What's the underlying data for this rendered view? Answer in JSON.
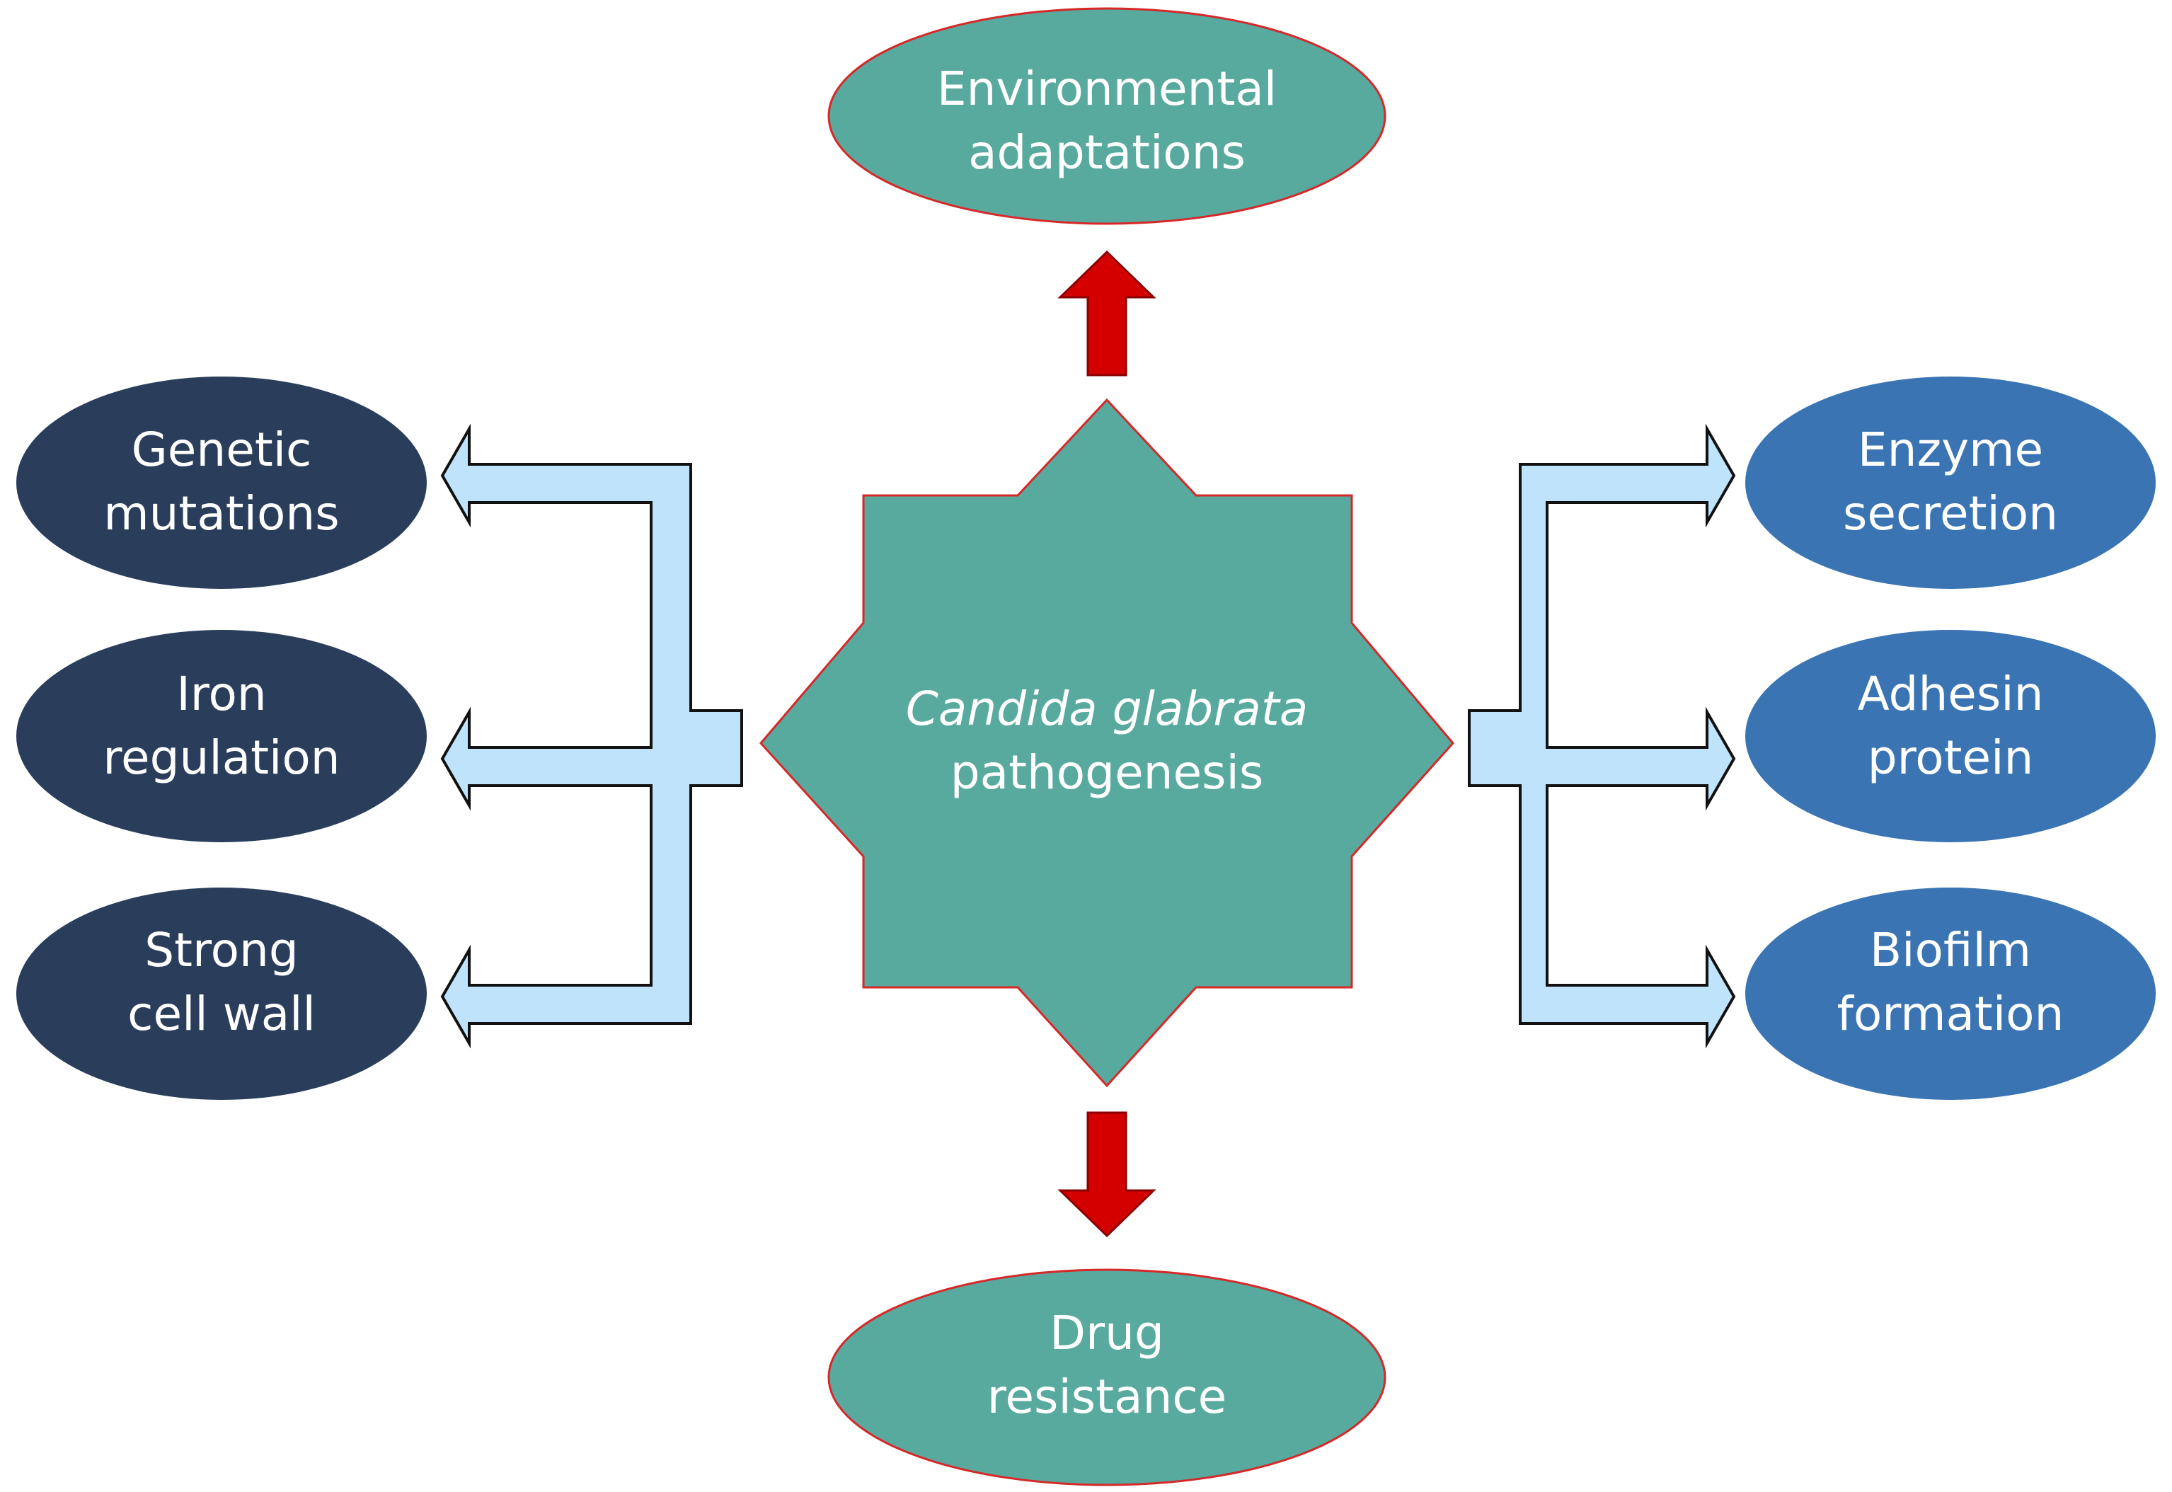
{
  "center": {
    "line1": "Candida glabrata",
    "line2": "pathogenesis"
  },
  "top_node": {
    "line1": "Environmental",
    "line2": "adaptations"
  },
  "bottom_node": {
    "line1": "Drug",
    "line2": "resistance"
  },
  "left_nodes": [
    {
      "line1": "Genetic",
      "line2": "mutations"
    },
    {
      "line1": "Iron",
      "line2": "regulation"
    },
    {
      "line1": "Strong",
      "line2": "cell wall"
    }
  ],
  "right_nodes": [
    {
      "line1": "Enzyme",
      "line2": "secretion"
    },
    {
      "line1": "Adhesin",
      "line2": "protein"
    },
    {
      "line1": "Biofilm",
      "line2": "formation"
    }
  ],
  "colors": {
    "teal": "#59aa9e",
    "red_outline": "#d62828",
    "red_arrow": "#d40000",
    "navy": "#2a3e5c",
    "blue": "#3a74b3",
    "light_blue_arrow": "#bfe3fb"
  }
}
